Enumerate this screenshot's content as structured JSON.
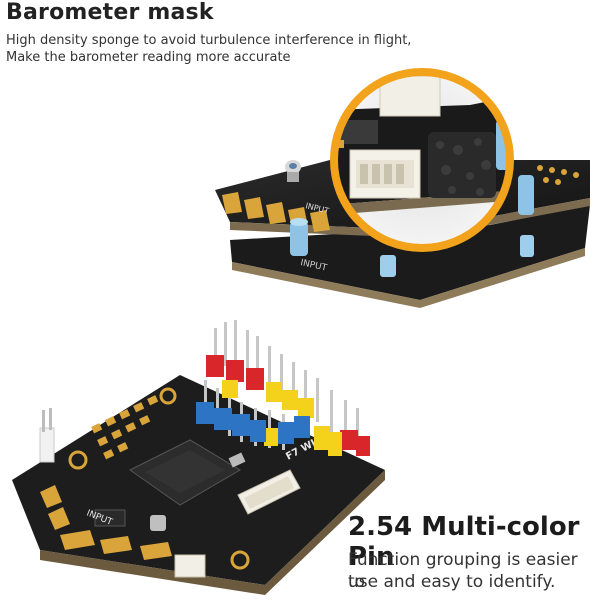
{
  "barometer": {
    "title": "Barometer mask",
    "desc_line1": "High density sponge to avoid turbulence interference in flight,",
    "desc_line2": "Make the barometer reading more accurate"
  },
  "pins": {
    "title": "2.54 Multi-color Pin",
    "desc_line1": "Function grouping is easier to",
    "desc_line2": "use and easy to identify."
  },
  "board": {
    "silk_wing": "F7 WING",
    "silk_input": "INPUT"
  },
  "colors": {
    "pcb": "#1f1f1f",
    "gold": "#d9a43a",
    "accent_ring": "#f2a21b",
    "spacer": "#8fc3e6",
    "pin_red": "#d8262a",
    "pin_yellow": "#f4d21c",
    "pin_blue": "#2d74c4"
  }
}
